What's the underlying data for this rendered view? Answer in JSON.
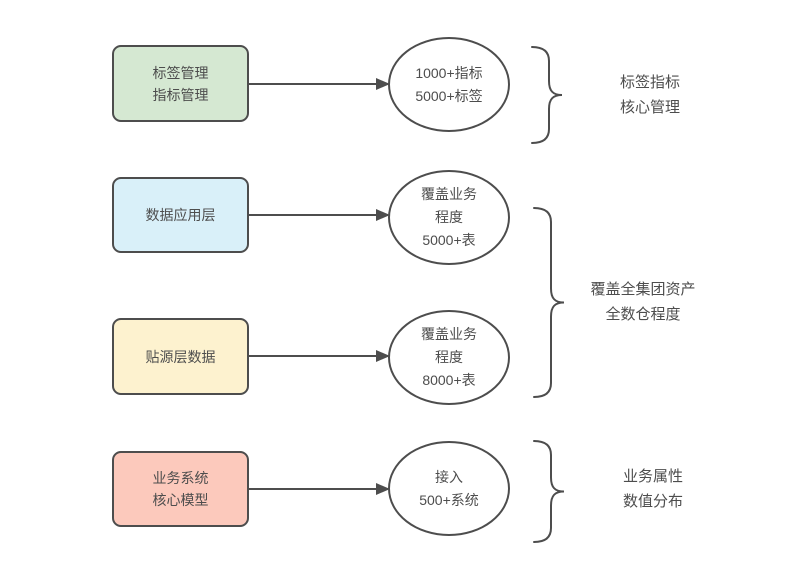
{
  "diagram": {
    "background": "#ffffff",
    "stroke_color": "#4d4d4d",
    "text_color": "#4d4d4d",
    "rows": [
      {
        "box_label": "标签管理\n指标管理",
        "box_fill": "#d5e8d2",
        "ellipse_label": "1000+指标\n5000+标签"
      },
      {
        "box_label": "数据应用层",
        "box_fill": "#d9f0f9",
        "ellipse_label": "覆盖业务\n程度\n5000+表"
      },
      {
        "box_label": "贴源层数据",
        "box_fill": "#fdf2cf",
        "ellipse_label": "覆盖业务\n程度\n8000+表"
      },
      {
        "box_label": "业务系统\n核心模型",
        "box_fill": "#fcc9bc",
        "ellipse_label": "接入\n500+系统"
      }
    ],
    "braces": [
      {
        "label": "标签指标\n核心管理"
      },
      {
        "label": "覆盖全集团资产\n全数仓程度"
      },
      {
        "label": "业务属性\n数值分布"
      }
    ]
  }
}
